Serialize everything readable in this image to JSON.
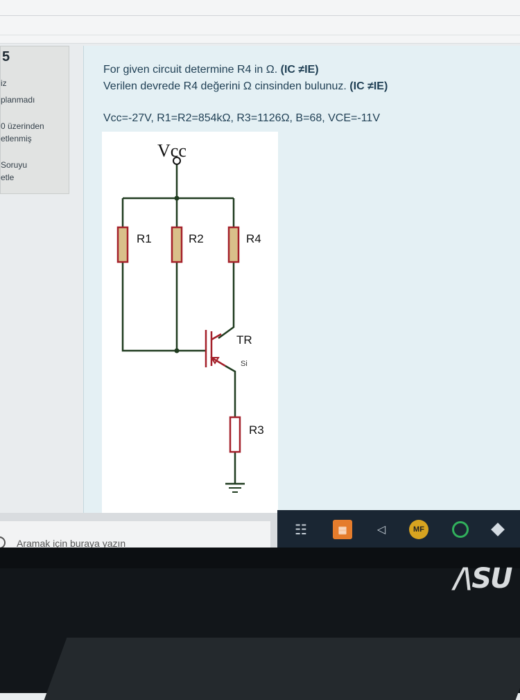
{
  "sidebar": {
    "question_number": "5",
    "lines": [
      "iz",
      "planmadı",
      "0 üzerinden",
      "etlenmiş",
      "Soruyu",
      "etle"
    ]
  },
  "question": {
    "line1_text": "For given circuit determine R4 in Ω. ",
    "line1_bold": "(IC ≠IE)",
    "line2_text": "Verilen devrede R4 değerini Ω cinsinden bulunuz. ",
    "line2_bold": "(IC ≠IE)",
    "line3_text": "Vcc=-27V, R1=R2=854kΩ, R3=1126Ω, B=68, VCE=-11V"
  },
  "circuit": {
    "vcc_label": "Vcc",
    "r1_label": "R1",
    "r2_label": "R2",
    "r4_label": "R4",
    "tr_label": "TR",
    "si_label": "Si",
    "r3_label": "R3",
    "wire_color": "#1f3b1f",
    "resistor_outline": "#a4202a",
    "resistor_fill": "#d9c08a"
  },
  "taskbar": {
    "search_placeholder": "Aramak için buraya yazın",
    "tray_items": [
      "task-view-icon",
      "store-icon",
      "visual-studio-icon",
      "mf-icon",
      "ring-icon",
      "diamond-icon"
    ],
    "mf_label": "MF"
  },
  "brand_logo": "ASUS"
}
